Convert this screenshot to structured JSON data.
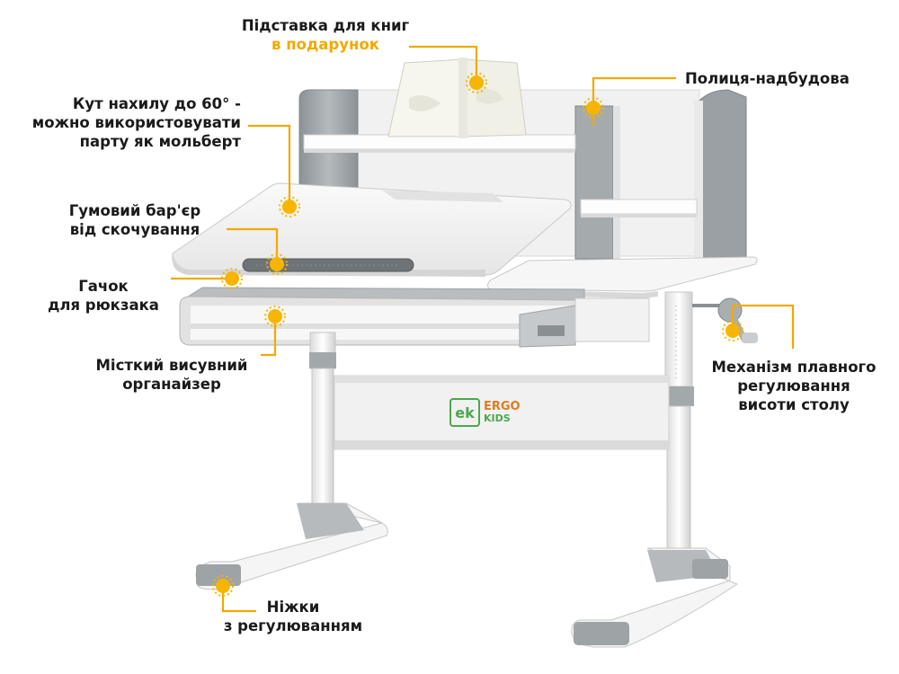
{
  "labels": {
    "book_stand": {
      "line1": "Підставка для книг",
      "line2": "в подарунок"
    },
    "shelf": {
      "line1": "Полиця-надбудова"
    },
    "tilt": {
      "line1": "Кут нахилу до 60° -",
      "line2": "можно використовувати",
      "line3": "парту як мольберт"
    },
    "barrier": {
      "line1": "Гумовий бар'єр",
      "line2": "від скочування"
    },
    "hook": {
      "line1": "Гачок",
      "line2": "для рюкзака"
    },
    "organizer": {
      "line1": "Місткий висувний",
      "line2": "органайзер"
    },
    "mechanism": {
      "line1": "Механізм плавного",
      "line2": "регулювання",
      "line3": "висоти столу"
    },
    "legs": {
      "line1": "Ніжки",
      "line2": "з регулюванням"
    }
  },
  "brand": {
    "mark": "ek",
    "word1": "ERGO",
    "word2": "KIDS"
  },
  "colors": {
    "accent": "#f2a900",
    "marker": "#f7b500",
    "text": "#1a1a1a",
    "desk_gray": "#9aa0a4",
    "desk_white": "#f4f4f4",
    "brand_green": "#4aa84a"
  }
}
